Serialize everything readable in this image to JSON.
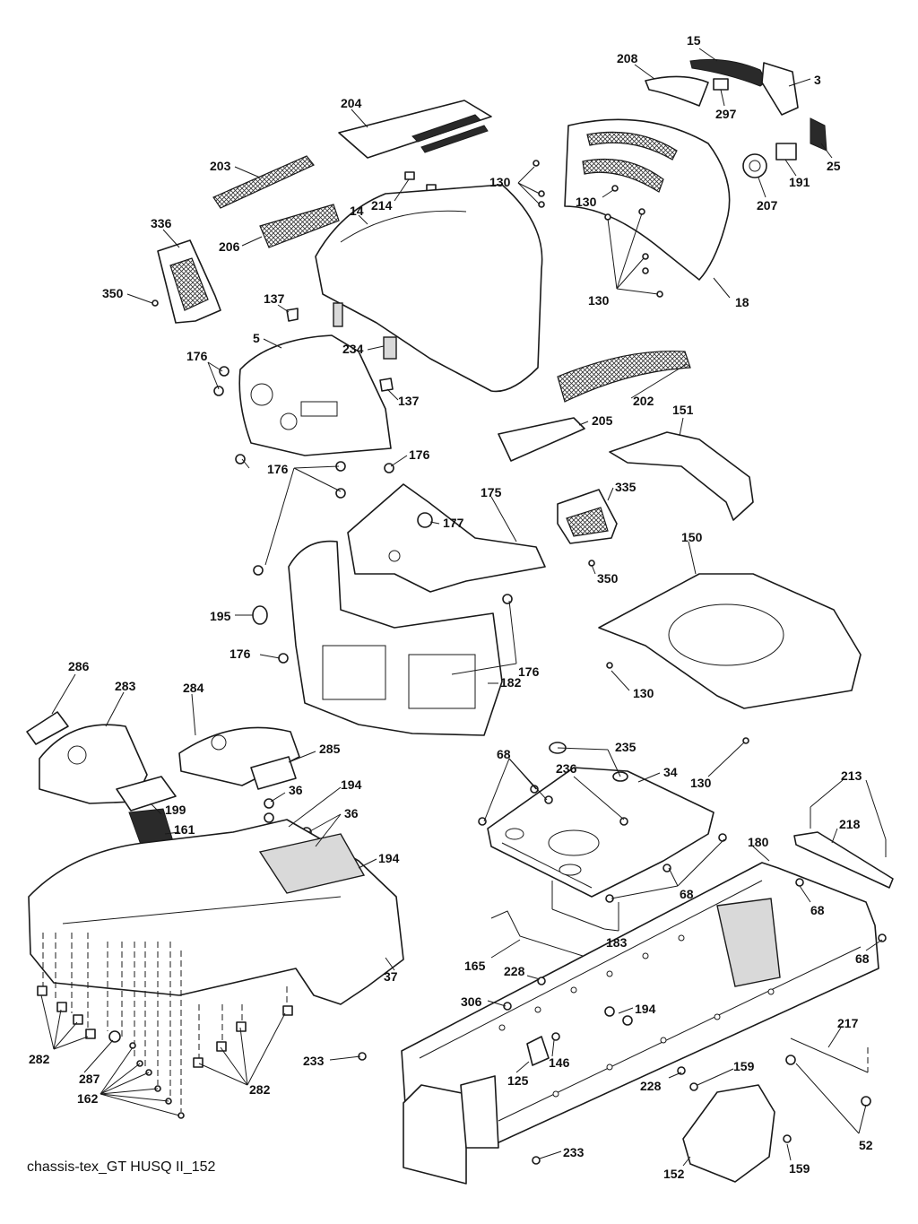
{
  "labels": {
    "l15": "15",
    "l208": "208",
    "l3": "3",
    "l297": "297",
    "l204": "204",
    "l25": "25",
    "l191": "191",
    "l207": "207",
    "l203": "203",
    "l214": "214",
    "l130a": "130",
    "l130b": "130",
    "l130c": "130",
    "l336": "336",
    "l14": "14",
    "l206": "206",
    "l18": "18",
    "l350a": "350",
    "l137a": "137",
    "l5": "5",
    "l234": "234",
    "l137b": "137",
    "l176a": "176",
    "l202": "202",
    "l205": "205",
    "l151": "151",
    "l176b": "176",
    "l176c": "176",
    "l175": "175",
    "l335": "335",
    "l177": "177",
    "l350b": "350",
    "l150": "150",
    "l195": "195",
    "l176d": "176",
    "l176e": "176",
    "l130d": "130",
    "l182": "182",
    "l286": "286",
    "l283": "283",
    "l284": "284",
    "l285": "285",
    "l68a": "68",
    "l235": "235",
    "l34": "34",
    "l236": "236",
    "l130e": "130",
    "l36a": "36",
    "l194a": "194",
    "l199": "199",
    "l36b": "36",
    "l213": "213",
    "l161": "161",
    "l218": "218",
    "l194b": "194",
    "l180": "180",
    "l68b": "68",
    "l68c": "68",
    "l183": "183",
    "l165": "165",
    "l68d": "68",
    "l228a": "228",
    "l37": "37",
    "l306": "306",
    "l194c": "194",
    "l217": "217",
    "l282a": "282",
    "l287": "287",
    "l233a": "233",
    "l146": "146",
    "l125": "125",
    "l159a": "159",
    "l228b": "228",
    "l162": "162",
    "l282b": "282",
    "l52": "52",
    "l233b": "233",
    "l152": "152",
    "l159b": "159"
  },
  "caption": "chassis-tex_GT HUSQ II_152"
}
